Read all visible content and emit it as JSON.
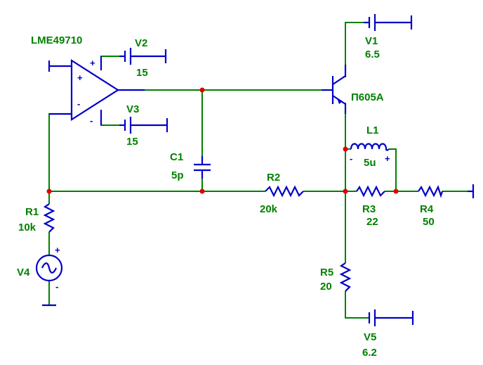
{
  "components": {
    "opamp": {
      "ref": "LME49710",
      "plus": "+",
      "minus": "-",
      "rail_plus": "+",
      "rail_minus": "-"
    },
    "v1": {
      "ref": "V1",
      "value": "6.5"
    },
    "v2": {
      "ref": "V2",
      "value": "15"
    },
    "v3": {
      "ref": "V3",
      "value": "15"
    },
    "v4": {
      "ref": "V4",
      "plus": "+",
      "minus": "-"
    },
    "v5": {
      "ref": "V5",
      "value": "6.2"
    },
    "q1": {
      "ref": "П605A"
    },
    "c1": {
      "ref": "C1",
      "value": "5p"
    },
    "l1": {
      "ref": "L1",
      "value": "5u",
      "minus": "-",
      "plus": "+"
    },
    "r1": {
      "ref": "R1",
      "value": "10k"
    },
    "r2": {
      "ref": "R2",
      "value": "20k"
    },
    "r3": {
      "ref": "R3",
      "value": "22"
    },
    "r4": {
      "ref": "R4",
      "value": "50"
    },
    "r5": {
      "ref": "R5",
      "value": "20"
    }
  },
  "colors": {
    "wire": "#008000",
    "component": "#0000c8",
    "node": "#e00000",
    "label": "#008000"
  }
}
